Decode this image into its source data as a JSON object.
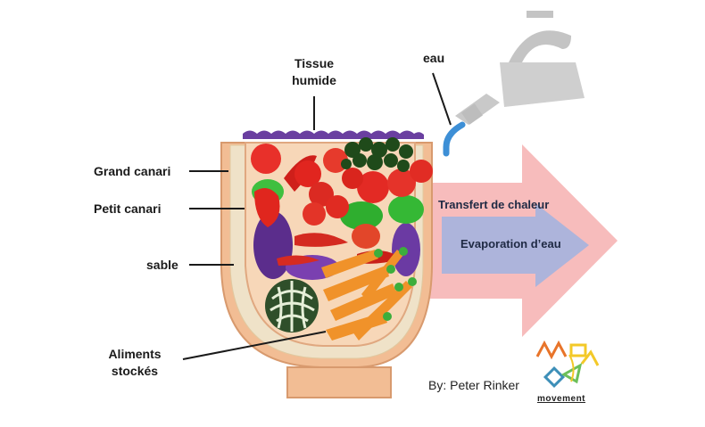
{
  "labels": {
    "tissue": [
      "Tissue",
      "humide"
    ],
    "water": "eau",
    "grand_canari": "Grand canari",
    "petit_canari": "Petit canari",
    "sand": "sable",
    "food": [
      "Aliments",
      "stockés"
    ],
    "heat_transfer": "Transfert de chaleur",
    "evaporation": "Evaporation d’eau"
  },
  "credit": "By: Peter Rinker",
  "logo": {
    "text": "movement",
    "colors": [
      "#e8742a",
      "#f3c928",
      "#3d8fb8",
      "#6cbf5a"
    ]
  },
  "colors": {
    "outer_pot": "#f2bd94",
    "sand": "#efe2c8",
    "inner_pot": "#f7d7b8",
    "tissue": "#6a3fa0",
    "heat_arrow": "#f6b5b5",
    "evap_arrow": "#a9b3dc",
    "watering_can": "#c9c9c9",
    "spout_water": "#3d8fd6"
  },
  "icons": [
    "watering-can-icon",
    "tomato-icon",
    "carrot-icon",
    "pepper-icon",
    "eggplant-icon",
    "cabbage-icon",
    "herb-icon"
  ]
}
